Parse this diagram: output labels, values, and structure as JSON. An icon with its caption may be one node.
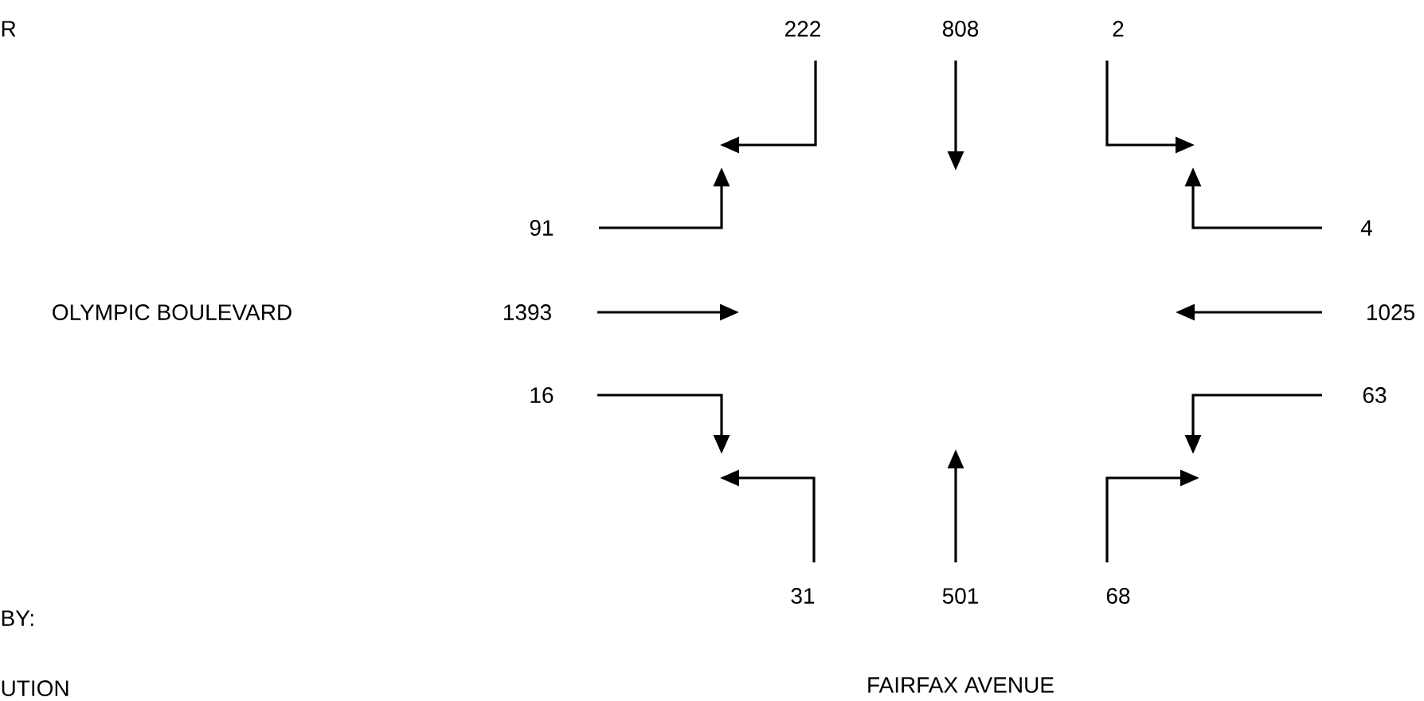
{
  "diagram": {
    "labels": [
      "R",
      "222",
      "808",
      "2",
      "91",
      "4",
      "OLYMPIC BOULEVARD",
      "1393",
      "1025",
      "16",
      "63",
      "31",
      "501",
      "68",
      "BY:",
      "UTION",
      "FAIRFAX AVENUE"
    ]
  }
}
